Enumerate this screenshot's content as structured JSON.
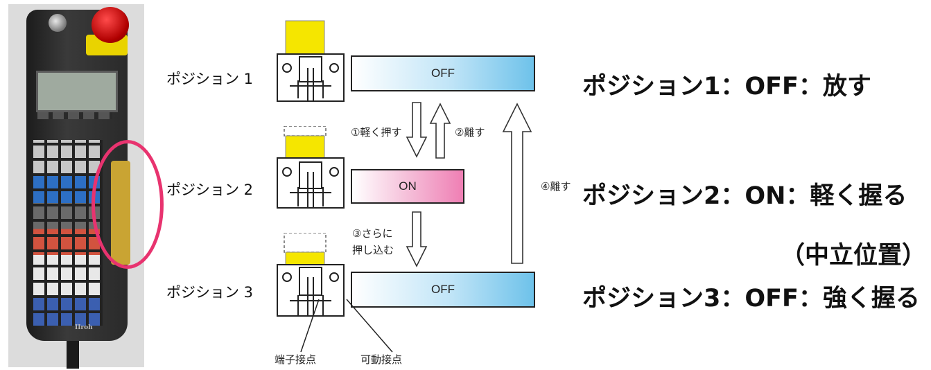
{
  "positions": [
    {
      "label": "ポジション 1",
      "state": "OFF",
      "summary": "ポジション1：OFF：放す"
    },
    {
      "label": "ポジション 2",
      "state": "ON",
      "summary": "ポジション2：ON：軽く握る"
    },
    {
      "label": "ポジション 3",
      "state": "OFF",
      "summary": "ポジション3：OFF：強く握る"
    }
  ],
  "neutral_note": "（中立位置）",
  "arrows": {
    "step1": "①軽く押す",
    "step2": "②離す",
    "step3_line1": "③さらに",
    "step3_line2": "押し込む",
    "step4": "④離す"
  },
  "contacts": {
    "terminal": "端子接点",
    "movable": "可動接点"
  },
  "pendant": {
    "brand": "IIroh"
  },
  "colors": {
    "off_bar": "#6ec2ea",
    "on_bar": "#ef7fb4",
    "button_top": "#f5e600",
    "highlight_ring": "#e8336f"
  }
}
